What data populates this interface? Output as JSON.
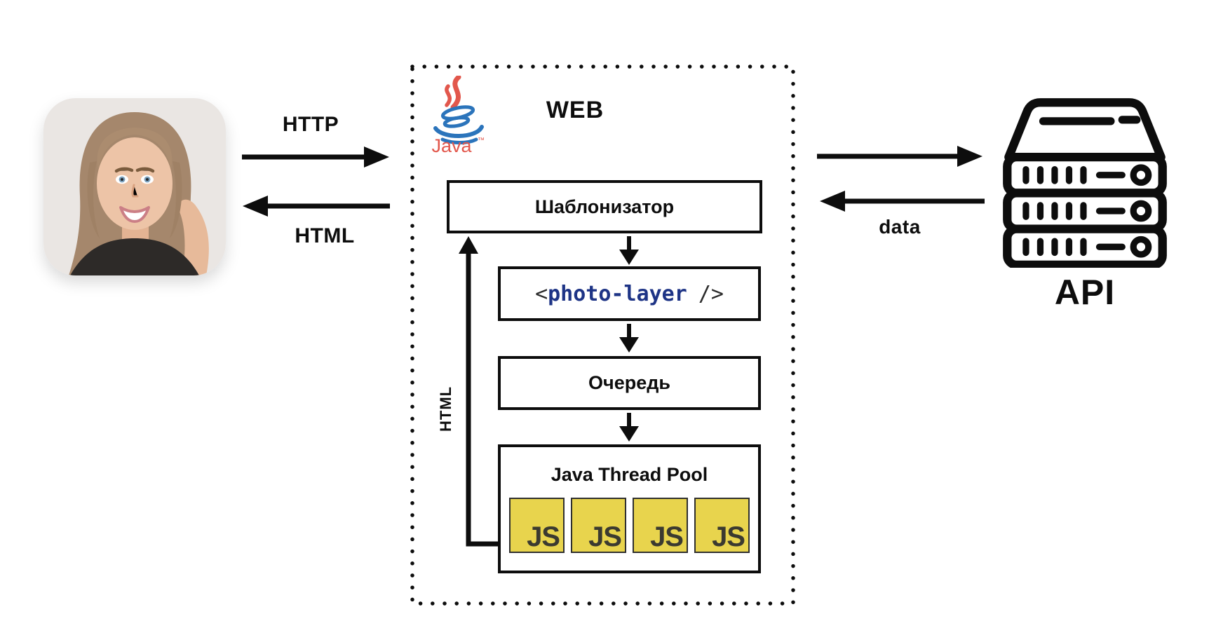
{
  "edges": {
    "request_label": "HTTP",
    "response_label": "HTML",
    "api_response_label": "data",
    "feedback_label": "HTML"
  },
  "web": {
    "title": "WEB",
    "java_logo_label": "Java",
    "templater_label": "Шаблонизатор",
    "photo_layer": {
      "open": "<",
      "tag": "photo-layer",
      "close": "/>"
    },
    "queue_label": "Очередь",
    "thread_pool": {
      "label": "Java Thread Pool",
      "workers": [
        "JS",
        "JS",
        "JS",
        "JS"
      ]
    }
  },
  "api": {
    "label": "API"
  },
  "colors": {
    "ink": "#0d0d0d",
    "js_badge_bg": "#e8d44d",
    "js_badge_text": "#3b3a30",
    "code_tag_blue": "#1e3486",
    "java_red": "#e2574c",
    "java_blue": "#2b74bb"
  }
}
